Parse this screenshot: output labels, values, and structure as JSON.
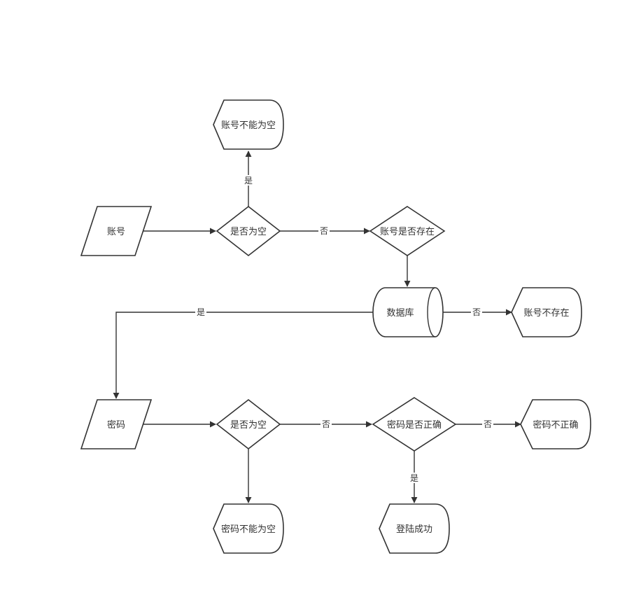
{
  "nodes": {
    "account_input": "账号",
    "account_empty_check": "是否为空",
    "account_empty_msg": "账号不能为空",
    "account_exists_check": "账号是否存在",
    "database": "数据库",
    "account_not_exist_msg": "账号不存在",
    "password_input": "密码",
    "password_empty_check": "是否为空",
    "password_empty_msg": "密码不能为空",
    "password_correct_check": "密码是否正确",
    "password_incorrect_msg": "密码不正确",
    "login_success": "登陆成功"
  },
  "edges": {
    "account_empty_yes": "是",
    "account_empty_no": "否",
    "db_yes": "是",
    "db_no": "否",
    "password_empty_no": "否",
    "password_correct_no": "否",
    "password_correct_yes": "是"
  }
}
